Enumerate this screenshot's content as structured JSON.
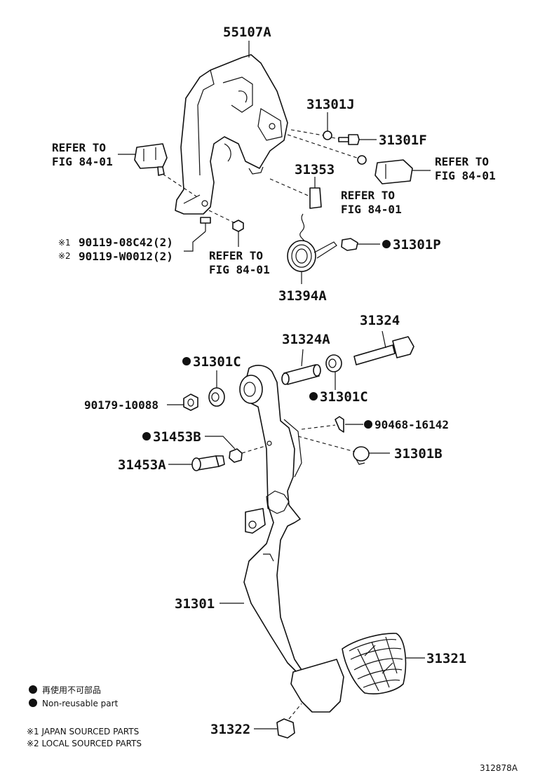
{
  "labels": {
    "p55107A": "55107A",
    "p31301J": "31301J",
    "p31301F": "31301F",
    "p31353": "31353",
    "p31301P": "31301P",
    "p31394A": "31394A",
    "p31324": "31324",
    "p31324A": "31324A",
    "p31301C_top": "31301C",
    "p31301C_bottom": "31301C",
    "p90179": "90179-10088",
    "p90468": "90468-16142",
    "p31453B": "31453B",
    "p31453A": "31453A",
    "p31301B": "31301B",
    "p31301": "31301",
    "p31321": "31321",
    "p31322": "31322",
    "bolt_japan": "90119-08C42(2)",
    "bolt_local": "90119-W0012(2)",
    "mark_japan": "※1",
    "mark_local": "※2"
  },
  "refs": {
    "left": [
      "REFER TO",
      "FIG 84-01"
    ],
    "right": [
      "REFER TO",
      "FIG 84-01"
    ],
    "mid": [
      "REFER TO",
      "FIG 84-01"
    ],
    "bottom": [
      "REFER TO",
      "FIG 84-01"
    ]
  },
  "legend": {
    "non_reusable_jp": "再使用不可部品",
    "non_reusable_en": "Non-reusable part",
    "japan_sourced": "※1 JAPAN SOURCED PARTS",
    "local_sourced": "※2 LOCAL SOURCED PARTS"
  },
  "figure_id": "312878A",
  "colors": {
    "line": "#111111",
    "background": "#ffffff"
  }
}
